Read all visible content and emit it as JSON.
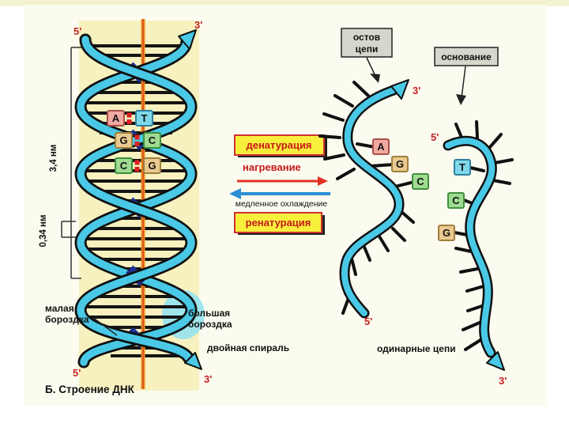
{
  "colors": {
    "ribbon": "#49c9e6",
    "axis_orange": "#ef8f1f",
    "axis_core": "#d9541e",
    "panel_background": "#fcfbf0",
    "helix_column": "#f6f1be",
    "label_red": "#c62121",
    "process_box_fill": "#f8ef3d",
    "process_box_border": "#d03030",
    "arrow_heat": "#e23222",
    "arrow_cool": "#2d8fd5",
    "base_a": "#f2a9a2",
    "base_t": "#7fd8ea",
    "base_g": "#e9c98f",
    "base_c": "#9fdb90",
    "hydrogen_bond": "#e02020"
  },
  "helix": {
    "label_5_top": "5'",
    "label_3_top": "3'",
    "label_5_bottom": "5'",
    "label_3_bottom": "3'",
    "measure_turn": "3,4 нм",
    "measure_step": "0,34 нм",
    "minor_groove_line1": "малая",
    "minor_groove_line2": "бороздка",
    "major_groove_line1": "большая",
    "major_groove_line2": "бороздка",
    "double_helix": "двойная спираль",
    "caption": "Б. Строение ДНК",
    "pairs": [
      [
        "A",
        "T"
      ],
      [
        "G",
        "C"
      ],
      [
        "C",
        "G"
      ]
    ]
  },
  "process": {
    "denaturation": "денатурация",
    "heating": "нагревание",
    "slow_cooling": "медленное охлаждение",
    "renaturation": "ренатурация"
  },
  "strands": {
    "backbone_callout_line1": "остов",
    "backbone_callout_line2": "цепи",
    "base_callout": "основание",
    "left_strand_3": "3'",
    "left_strand_5": "5'",
    "right_strand_5": "5'",
    "right_strand_3": "3'",
    "left_bases": [
      "A",
      "G",
      "C"
    ],
    "right_bases": [
      "T",
      "C",
      "G"
    ],
    "single_chains": "одинарные цепи"
  }
}
